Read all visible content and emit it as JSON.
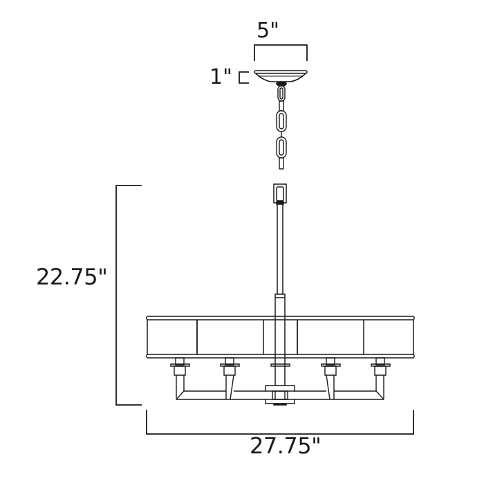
{
  "drawing": {
    "subject": "chandelier",
    "line_color": "#1a1a1a",
    "background": "#ffffff"
  },
  "dimensions": {
    "canopy_width": "5\"",
    "canopy_height": "1\"",
    "fixture_height": "22.75\"",
    "fixture_width": "27.75\""
  },
  "components": {
    "canopy": "canopy",
    "chain": "chain",
    "stem": "stem",
    "shade": "drum-shade",
    "arms": [
      "arm-1",
      "arm-2",
      "arm-3",
      "arm-4",
      "arm-5"
    ]
  }
}
